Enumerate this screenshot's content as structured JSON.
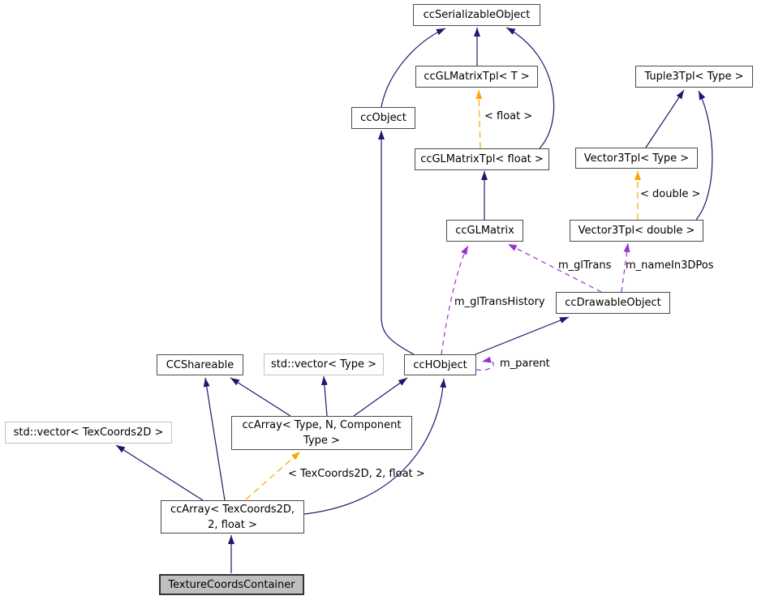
{
  "diagram": {
    "kind": "class-collaboration-graph",
    "colors": {
      "background": "#ffffff",
      "text": "#000000",
      "inheritance_edge": "#191970",
      "template_edge": "#ffa500",
      "usage_edge": "#9a32cd",
      "node_border": "#4a4a4a",
      "undocumented_node_border": "#c3c3c3",
      "selected_node_fill": "#bfbfbf"
    },
    "nodes": [
      {
        "id": "ccSerializableObject",
        "label": "ccSerializableObject",
        "style": "class"
      },
      {
        "id": "ccGLMatrixTpl< T >",
        "label": "ccGLMatrixTpl< T >",
        "style": "class"
      },
      {
        "id": "Tuple3Tpl< Type >",
        "label": "Tuple3Tpl< Type >",
        "style": "class"
      },
      {
        "id": "ccObject",
        "label": "ccObject",
        "style": "class"
      },
      {
        "id": "ccGLMatrixTpl< float >",
        "label": "ccGLMatrixTpl< float >",
        "style": "class"
      },
      {
        "id": "Vector3Tpl< Type >",
        "label": "Vector3Tpl< Type >",
        "style": "class"
      },
      {
        "id": "ccGLMatrix",
        "label": "ccGLMatrix",
        "style": "class"
      },
      {
        "id": "Vector3Tpl< double >",
        "label": "Vector3Tpl< double >",
        "style": "class"
      },
      {
        "id": "ccDrawableObject",
        "label": "ccDrawableObject",
        "style": "class"
      },
      {
        "id": "CCShareable",
        "label": "CCShareable",
        "style": "class"
      },
      {
        "id": "std::vector< Type >",
        "label": "std::vector< Type >",
        "style": "undocumented"
      },
      {
        "id": "ccHObject",
        "label": "ccHObject",
        "style": "class"
      },
      {
        "id": "ccArray< Type, N, Component Type >",
        "label": "ccArray< Type, N, Component\nType >",
        "style": "class"
      },
      {
        "id": "std::vector< TexCoords2D >",
        "label": "std::vector< TexCoords2D >",
        "style": "undocumented"
      },
      {
        "id": "ccArray< TexCoords2D, 2, float >",
        "label": "ccArray< TexCoords2D,\n2, float >",
        "style": "class"
      },
      {
        "id": "TextureCoordsContainer",
        "label": "TextureCoordsContainer",
        "style": "selected"
      }
    ],
    "edges": {
      "inheritance": [
        {
          "from": "ccObject",
          "to": "ccSerializableObject"
        },
        {
          "from": "ccGLMatrixTpl< T >",
          "to": "ccSerializableObject"
        },
        {
          "from": "ccGLMatrixTpl< float >",
          "to": "ccSerializableObject"
        },
        {
          "from": "ccGLMatrix",
          "to": "ccGLMatrixTpl< float >"
        },
        {
          "from": "Vector3Tpl< Type >",
          "to": "Tuple3Tpl< Type >"
        },
        {
          "from": "Vector3Tpl< double >",
          "to": "Tuple3Tpl< Type >"
        },
        {
          "from": "ccHObject",
          "to": "ccObject"
        },
        {
          "from": "ccHObject",
          "to": "ccDrawableObject"
        },
        {
          "from": "ccArray< Type, N, Component Type >",
          "to": "CCShareable"
        },
        {
          "from": "ccArray< Type, N, Component Type >",
          "to": "std::vector< Type >"
        },
        {
          "from": "ccArray< Type, N, Component Type >",
          "to": "ccHObject"
        },
        {
          "from": "ccArray< TexCoords2D, 2, float >",
          "to": "std::vector< TexCoords2D >"
        },
        {
          "from": "ccArray< TexCoords2D, 2, float >",
          "to": "CCShareable"
        },
        {
          "from": "ccArray< TexCoords2D, 2, float >",
          "to": "ccHObject"
        },
        {
          "from": "TextureCoordsContainer",
          "to": "ccArray< TexCoords2D, 2, float >"
        }
      ],
      "template_instantiation": [
        {
          "from": "ccGLMatrixTpl< float >",
          "to": "ccGLMatrixTpl< T >",
          "label": "< float >"
        },
        {
          "from": "Vector3Tpl< double >",
          "to": "Vector3Tpl< Type >",
          "label": "< double >"
        },
        {
          "from": "ccArray< TexCoords2D, 2, float >",
          "to": "ccArray< Type, N, Component Type >",
          "label": "< TexCoords2D, 2, float >"
        }
      ],
      "usage": [
        {
          "from": "ccDrawableObject",
          "to": "ccGLMatrix",
          "label": "m_glTrans"
        },
        {
          "from": "ccDrawableObject",
          "to": "Vector3Tpl< double >",
          "label": "m_nameIn3DPos"
        },
        {
          "from": "ccHObject",
          "to": "ccGLMatrix",
          "label": "m_glTransHistory"
        },
        {
          "from": "ccHObject",
          "to": "ccHObject",
          "label": "m_parent"
        }
      ]
    }
  }
}
